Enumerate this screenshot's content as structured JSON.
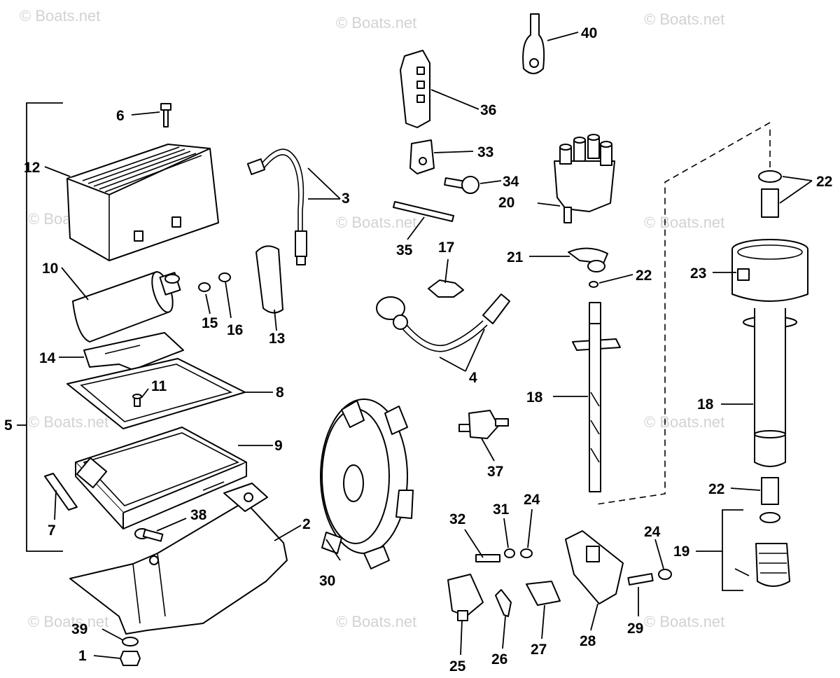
{
  "watermark": {
    "text": "© Boats.net",
    "color": "#d2d2d2"
  },
  "callouts": {
    "c1": "1",
    "c2": "2",
    "c3": "3",
    "c4": "4",
    "c5": "5",
    "c6": "6",
    "c7": "7",
    "c8": "8",
    "c9": "9",
    "c10": "10",
    "c11": "11",
    "c12": "12",
    "c13": "13",
    "c14": "14",
    "c15": "15",
    "c16": "16",
    "c17": "17",
    "c18a": "18",
    "c18b": "18",
    "c19": "19",
    "c20": "20",
    "c21": "21",
    "c22a": "22",
    "c22b": "22",
    "c22c": "22",
    "c23": "23",
    "c24a": "24",
    "c24b": "24",
    "c25": "25",
    "c26": "26",
    "c27": "27",
    "c28": "28",
    "c29": "29",
    "c30": "30",
    "c31": "31",
    "c32": "32",
    "c33": "33",
    "c34": "34",
    "c35": "35",
    "c36": "36",
    "c37": "37",
    "c38": "38",
    "c39": "39",
    "c40": "40"
  }
}
